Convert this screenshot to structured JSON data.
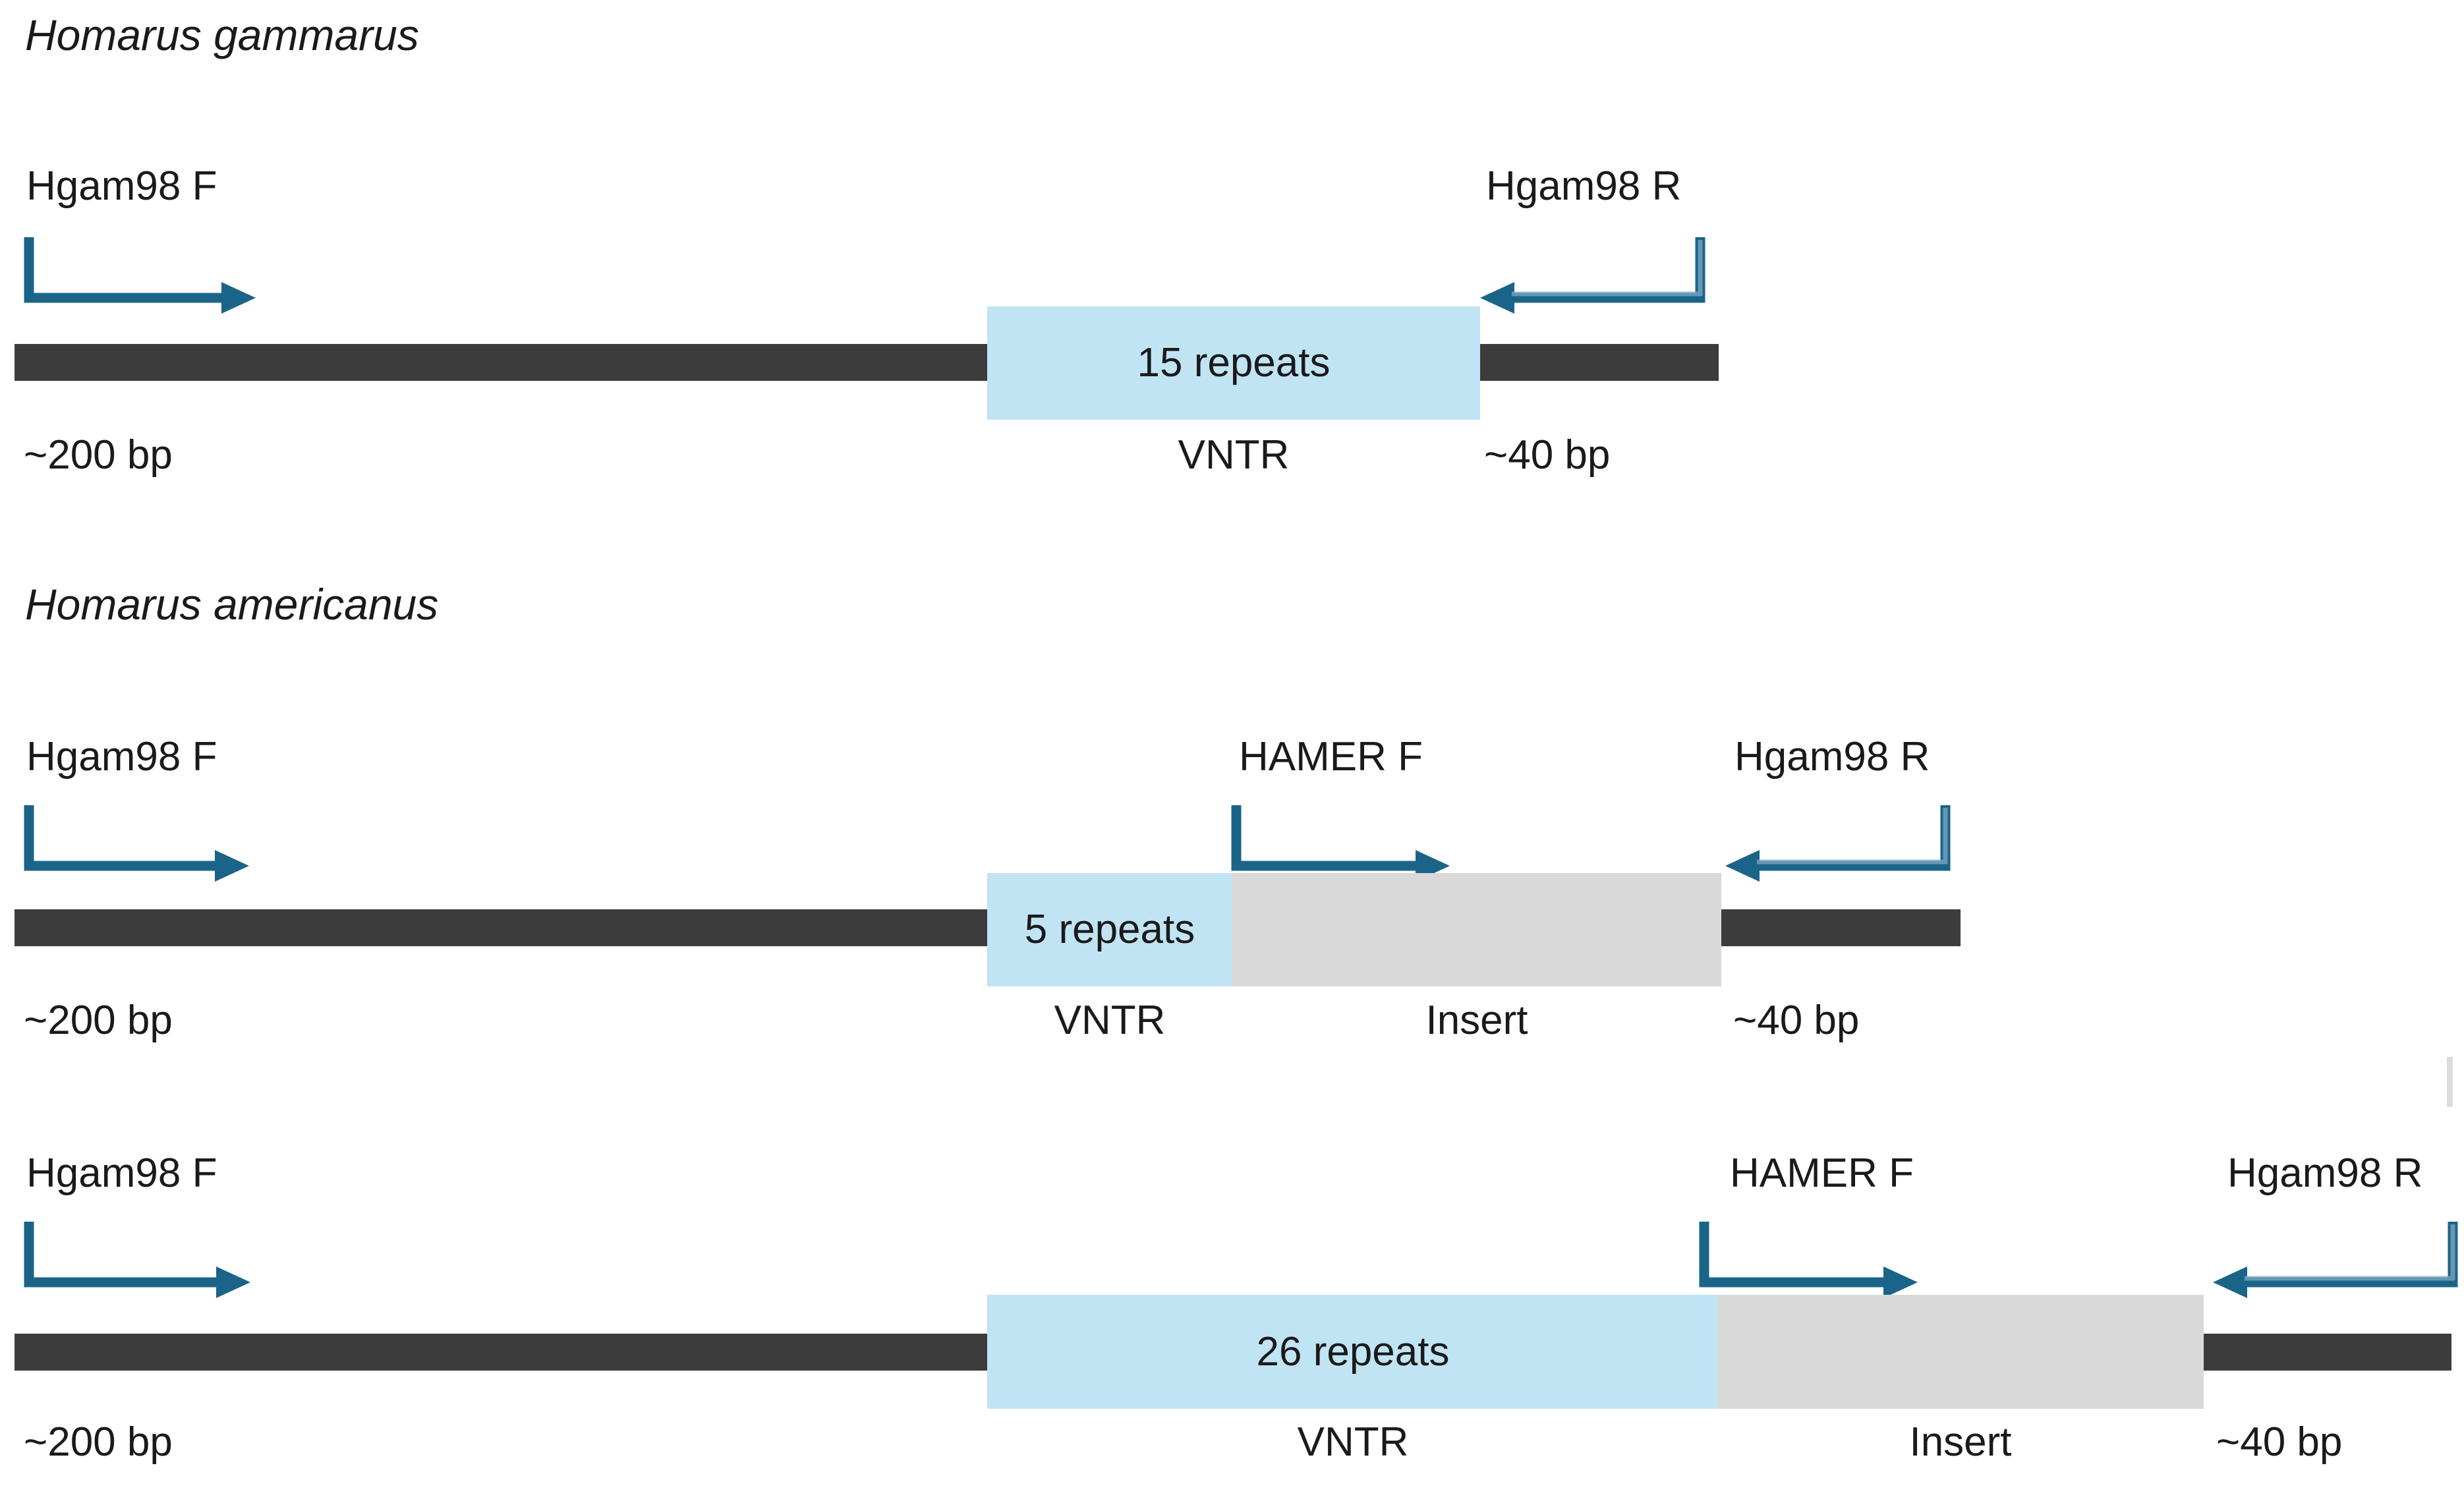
{
  "figure": {
    "background_color": "#ffffff",
    "accent_color": "#1b6489",
    "dna_color": "#3c3c3c",
    "vntr_color": "#c0e4f4",
    "insert_color": "#d9d9d9"
  },
  "panels": [
    {
      "id": "panel-hgammarus",
      "species": "Homarus gammarus",
      "primers": [
        {
          "name": "Hgam98 F",
          "direction": "forward"
        },
        {
          "name": "Hgam98 R",
          "direction": "reverse"
        }
      ],
      "boxes": [
        {
          "kind": "vntr",
          "label": "15 repeats",
          "caption": "VNTR"
        }
      ],
      "flank_labels": [
        {
          "text": "~200 bp"
        },
        {
          "text": "~40 bp"
        }
      ]
    },
    {
      "id": "panel-hamericanus-5",
      "species": "Homarus americanus",
      "primers": [
        {
          "name": "Hgam98 F",
          "direction": "forward"
        },
        {
          "name": "HAMER F",
          "direction": "forward"
        },
        {
          "name": "Hgam98 R",
          "direction": "reverse"
        }
      ],
      "boxes": [
        {
          "kind": "vntr",
          "label": "5 repeats",
          "caption": "VNTR"
        },
        {
          "kind": "insert",
          "label": "",
          "caption": "Insert"
        }
      ],
      "flank_labels": [
        {
          "text": "~200 bp"
        },
        {
          "text": "~40 bp"
        }
      ]
    },
    {
      "id": "panel-hamericanus-26",
      "species": "",
      "primers": [
        {
          "name": "Hgam98 F",
          "direction": "forward"
        },
        {
          "name": "HAMER F",
          "direction": "forward"
        },
        {
          "name": "Hgam98 R",
          "direction": "reverse"
        }
      ],
      "boxes": [
        {
          "kind": "vntr",
          "label": "26 repeats",
          "caption": "VNTR"
        },
        {
          "kind": "insert",
          "label": "",
          "caption": "Insert"
        }
      ],
      "flank_labels": [
        {
          "text": "~200 bp"
        },
        {
          "text": "~40 bp"
        }
      ]
    }
  ]
}
